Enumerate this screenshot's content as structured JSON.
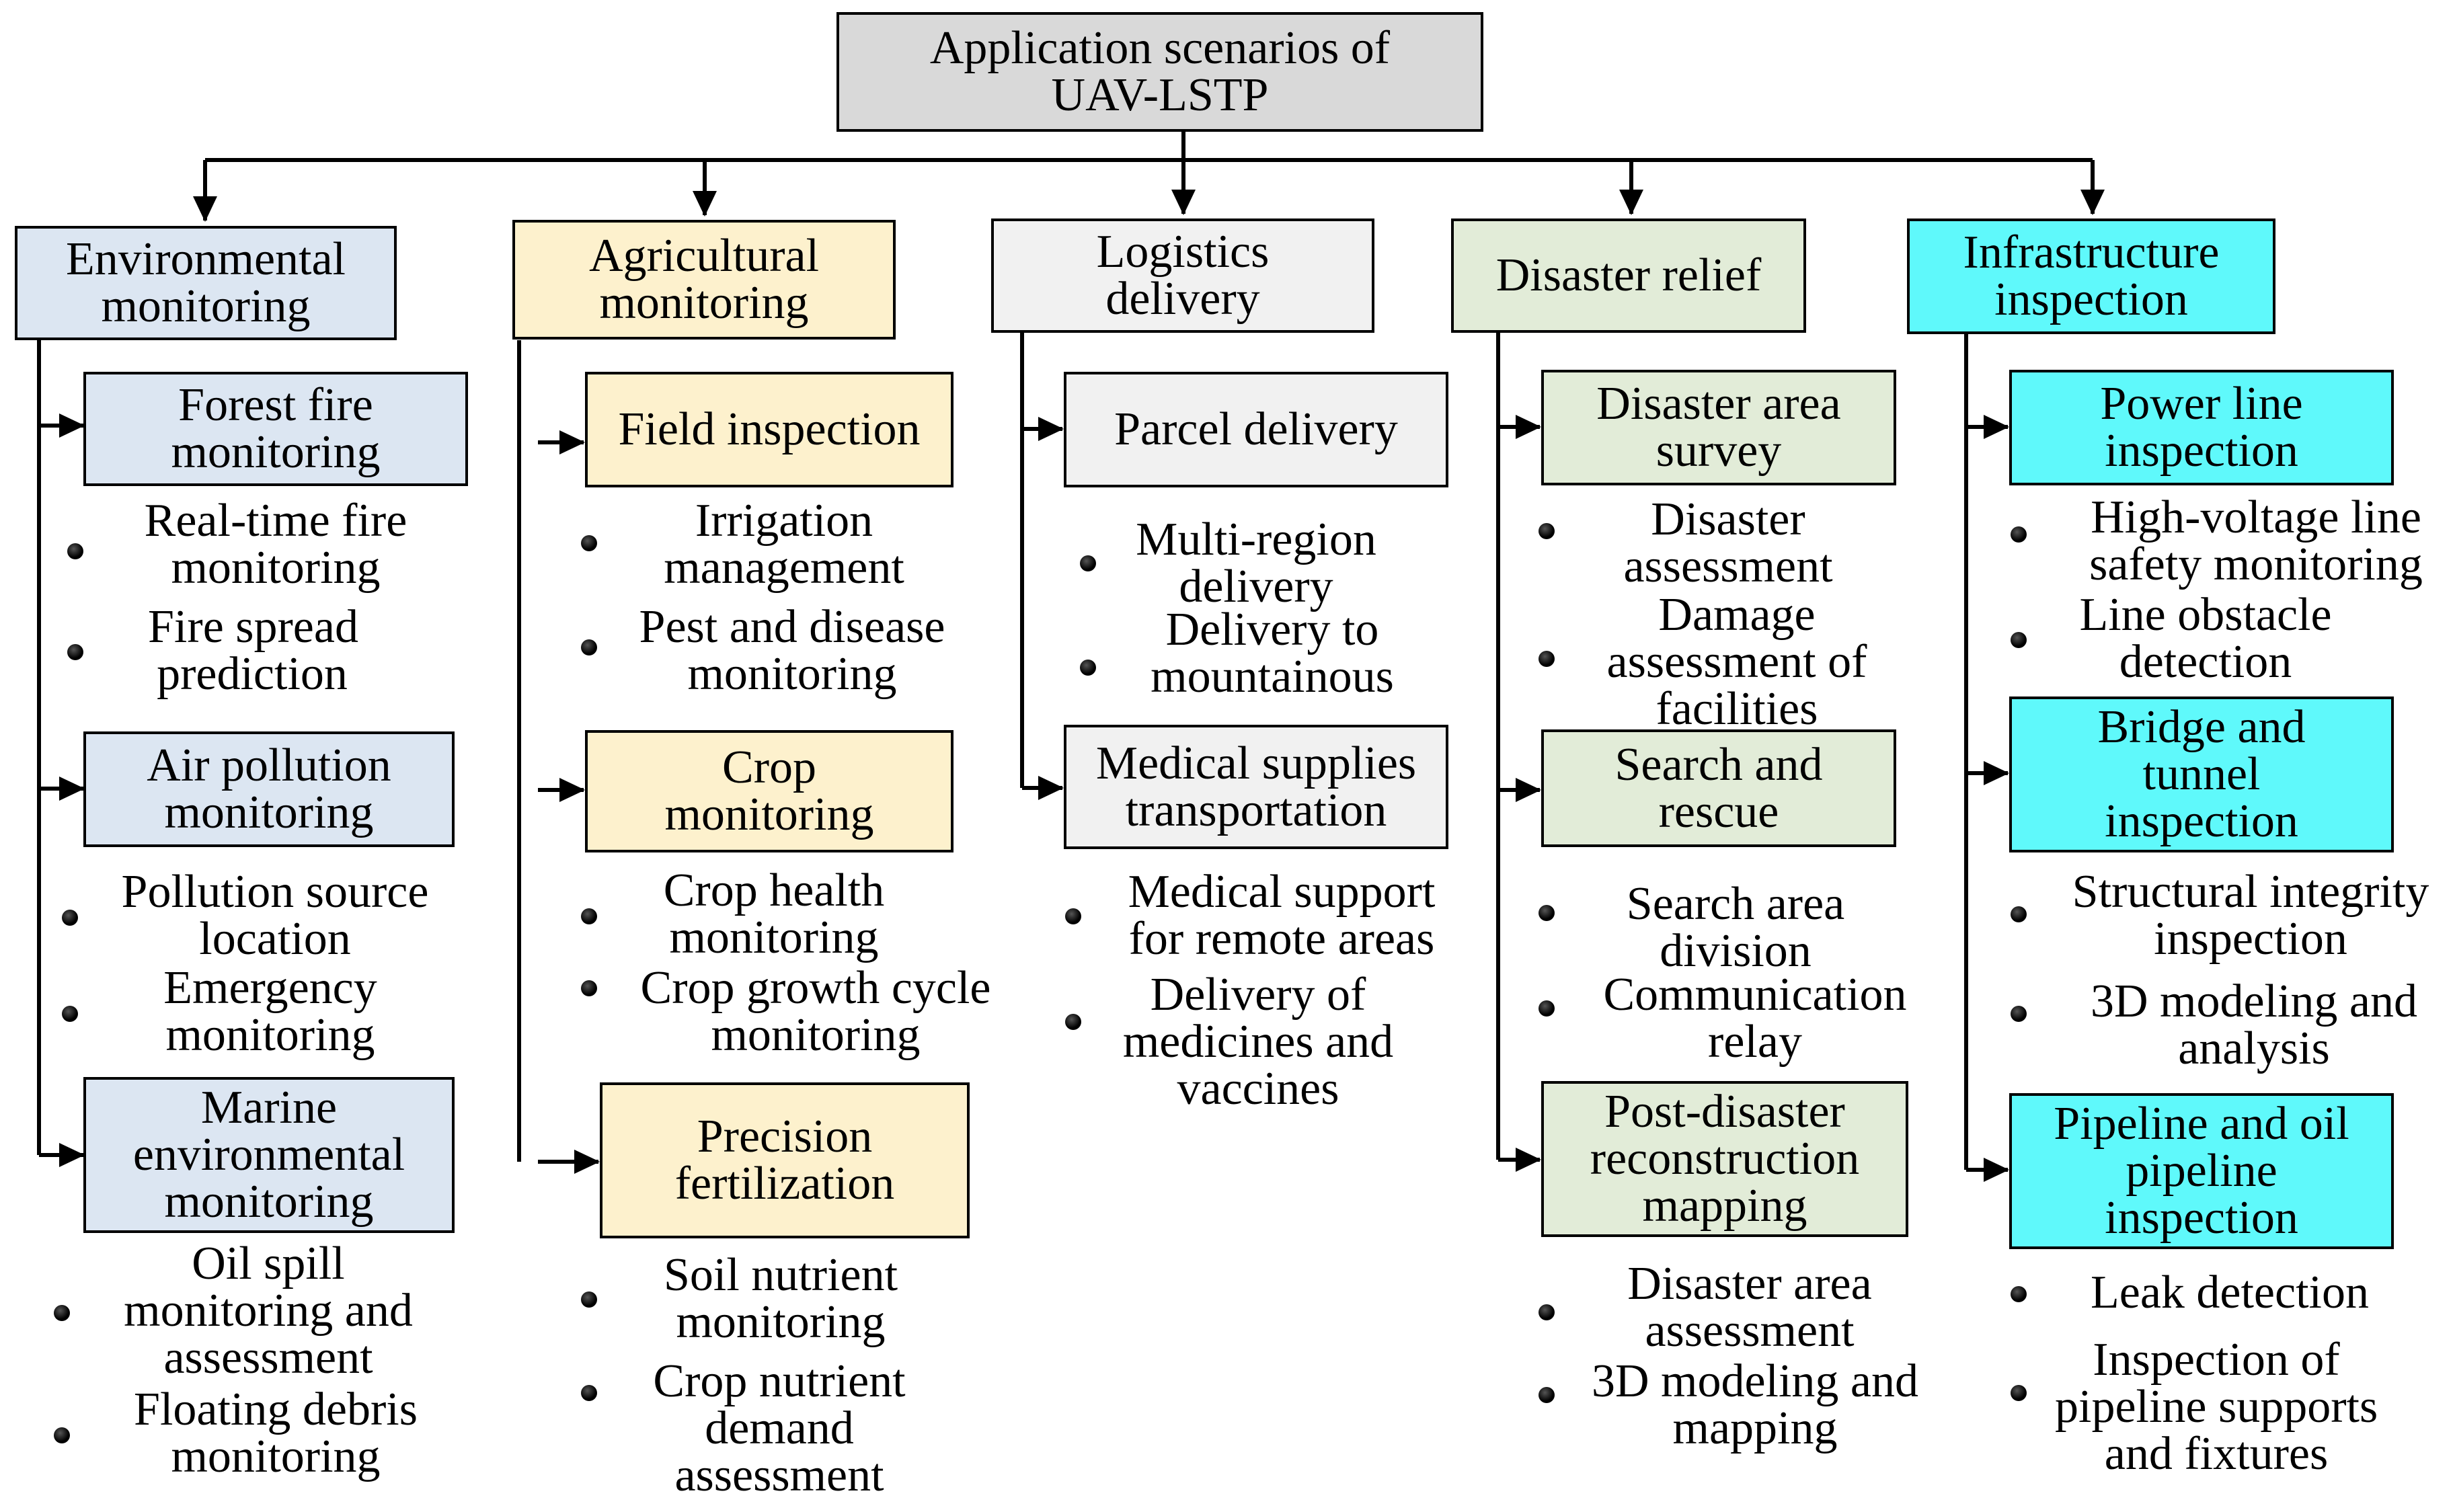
{
  "root": {
    "line1": "Application scenarios of",
    "line2": "UAV-LSTP"
  },
  "categories": [
    {
      "key": "environmental",
      "lines": [
        "Environmental",
        "monitoring"
      ],
      "color": "#dce6f2",
      "subs": [
        {
          "lines": [
            "Forest fire",
            "monitoring"
          ],
          "bullets": [
            [
              "Real-time fire",
              "monitoring"
            ],
            [
              "Fire spread",
              "prediction"
            ]
          ]
        },
        {
          "lines": [
            "Air pollution",
            "monitoring"
          ],
          "bullets": [
            [
              "Pollution source",
              "location"
            ],
            [
              "Emergency",
              "monitoring"
            ]
          ]
        },
        {
          "lines": [
            "Marine",
            "environmental",
            "monitoring"
          ],
          "bullets": [
            [
              "Oil spill",
              "monitoring and",
              "assessment"
            ],
            [
              "Floating debris",
              "monitoring"
            ]
          ]
        }
      ]
    },
    {
      "key": "agricultural",
      "lines": [
        "Agricultural",
        "monitoring"
      ],
      "color": "#fdf1cd",
      "subs": [
        {
          "lines": [
            "Field inspection"
          ],
          "bullets": [
            [
              "Irrigation",
              "management"
            ],
            [
              "Pest and disease",
              "monitoring"
            ]
          ]
        },
        {
          "lines": [
            "Crop",
            "monitoring"
          ],
          "bullets": [
            [
              "Crop health",
              "monitoring"
            ],
            [
              "Crop growth cycle",
              "monitoring"
            ]
          ]
        },
        {
          "lines": [
            "Precision",
            "fertilization"
          ],
          "bullets": [
            [
              "Soil nutrient",
              "monitoring"
            ],
            [
              "Crop nutrient",
              "demand",
              "assessment"
            ]
          ]
        }
      ]
    },
    {
      "key": "logistics",
      "lines": [
        "Logistics",
        "delivery"
      ],
      "color": "#f1f1f1",
      "subs": [
        {
          "lines": [
            "Parcel delivery"
          ],
          "bullets": [
            [
              "Multi-region",
              "delivery"
            ],
            [
              "Delivery to",
              "mountainous"
            ]
          ]
        },
        {
          "lines": [
            "Medical supplies",
            "transportation"
          ],
          "bullets": [
            [
              "Medical support",
              "for remote areas"
            ],
            [
              "Delivery of",
              "medicines and",
              "vaccines"
            ]
          ]
        }
      ]
    },
    {
      "key": "disaster",
      "lines": [
        "Disaster relief"
      ],
      "color": "#e2ecd8",
      "subs": [
        {
          "lines": [
            "Disaster area",
            "survey"
          ],
          "bullets": [
            [
              "Disaster",
              "assessment"
            ],
            [
              "Damage",
              "assessment of",
              "facilities"
            ]
          ]
        },
        {
          "lines": [
            "Search and",
            "rescue"
          ],
          "bullets": [
            [
              "Search area",
              "division"
            ],
            [
              "Communication",
              "relay"
            ]
          ]
        },
        {
          "lines": [
            "Post-disaster",
            "reconstruction",
            "mapping"
          ],
          "bullets": [
            [
              "Disaster area",
              "assessment"
            ],
            [
              "3D modeling and",
              "mapping"
            ]
          ]
        }
      ]
    },
    {
      "key": "infrastructure",
      "lines": [
        "Infrastructure",
        "inspection"
      ],
      "color": "#5ff9fb",
      "subs": [
        {
          "lines": [
            "Power line",
            "inspection"
          ],
          "bullets": [
            [
              "High-voltage line",
              "safety monitoring"
            ],
            [
              "Line obstacle",
              "detection"
            ]
          ]
        },
        {
          "lines": [
            "Bridge and",
            "tunnel",
            "inspection"
          ],
          "bullets": [
            [
              "Structural integrity",
              "inspection"
            ],
            [
              "3D modeling and",
              "analysis"
            ]
          ]
        },
        {
          "lines": [
            "Pipeline and oil",
            "pipeline",
            "inspection"
          ],
          "bullets": [
            [
              "Leak detection"
            ],
            [
              "Inspection of",
              "pipeline supports",
              "and fixtures"
            ]
          ]
        }
      ]
    }
  ]
}
